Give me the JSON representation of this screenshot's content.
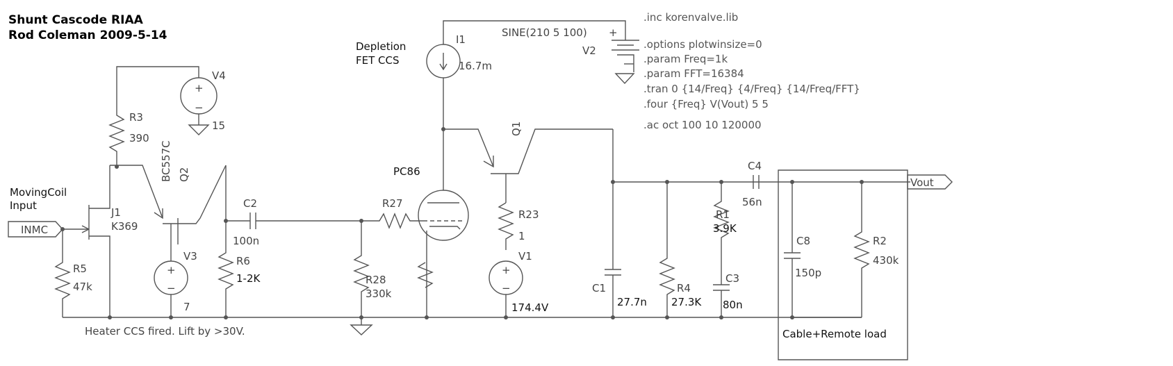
{
  "title": {
    "line1": "Shunt Cascode RIAA",
    "line2": "Rod Coleman 2009-5-14"
  },
  "directives": [
    ".inc korenvalve.lib",
    ".options plotwinsize=0",
    ".param Freq=1k",
    ".param FFT=16384",
    ".tran 0 {14/Freq} {4/Freq} {14/Freq/FFT}",
    ".four {Freq} V(Vout) 5 5",
    ".ac oct 100 10 120000"
  ],
  "labels": {
    "input_desc": [
      "MovingCoil",
      "Input"
    ],
    "fet_ccs_desc": [
      "Depletion",
      "FET CCS"
    ],
    "heater_note": "Heater CCS fired. Lift by >30V.",
    "load_box": "Cable+Remote load",
    "inmc": "INMC",
    "vout": "Vout"
  },
  "components": {
    "V4": {
      "name": "V4",
      "value": "15"
    },
    "R3": {
      "name": "R3",
      "value": "390"
    },
    "Q2": {
      "name": "Q2",
      "model": "BC557C"
    },
    "J1": {
      "name": "J1",
      "model": "K369"
    },
    "R5": {
      "name": "R5",
      "value": "47k"
    },
    "V3": {
      "name": "V3",
      "value": "7"
    },
    "R6": {
      "name": "R6",
      "value": "1-2K"
    },
    "C2": {
      "name": "C2",
      "value": "100n"
    },
    "R27": {
      "name": "R27"
    },
    "R28": {
      "name": "R28",
      "value": "330k"
    },
    "PC86": {
      "name": "PC86"
    },
    "I1": {
      "name": "I1",
      "value": "16.7m"
    },
    "V2": {
      "name": "V2",
      "value": "SINE(210 5 100)"
    },
    "Q1": {
      "name": "Q1"
    },
    "R23": {
      "name": "R23",
      "value": "1"
    },
    "V1": {
      "name": "V1",
      "value": "174.4V"
    },
    "C1": {
      "name": "C1",
      "value": "27.7n"
    },
    "R4": {
      "name": "R4",
      "value": "27.3K"
    },
    "R1": {
      "name": "R1",
      "value": "3.9K"
    },
    "C3": {
      "name": "C3",
      "value": "80n"
    },
    "C4": {
      "name": "C4",
      "value": "56n"
    },
    "C8": {
      "name": "C8",
      "value": "150p"
    },
    "R2": {
      "name": "R2",
      "value": "430k"
    }
  },
  "symbols": {
    "plus": "+",
    "minus": "−"
  }
}
